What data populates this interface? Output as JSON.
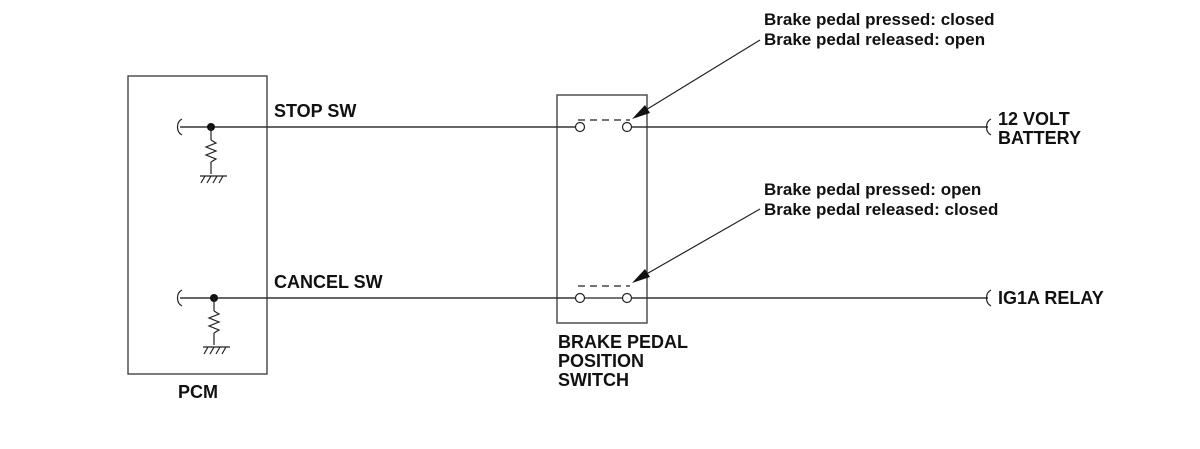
{
  "pcm": {
    "label": "PCM",
    "stop_sw_label": "STOP SW",
    "cancel_sw_label": "CANCEL SW"
  },
  "switch": {
    "label_line1": "BRAKE PEDAL",
    "label_line2": "POSITION",
    "label_line3": "SWITCH"
  },
  "annotations": {
    "top_line1": "Brake pedal pressed: closed",
    "top_line2": "Brake pedal released: open",
    "bottom_line1": "Brake pedal pressed: open",
    "bottom_line2": "Brake pedal released: closed"
  },
  "connections": {
    "battery_line1": "12 VOLT",
    "battery_line2": "BATTERY",
    "relay": "IG1A RELAY"
  }
}
